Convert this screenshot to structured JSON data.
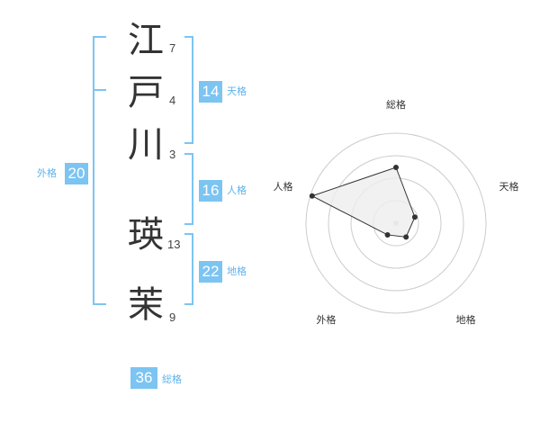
{
  "name": {
    "characters": [
      {
        "char": "江",
        "strokes": "7"
      },
      {
        "char": "戸",
        "strokes": "4"
      },
      {
        "char": "川",
        "strokes": "3"
      },
      {
        "char": "瑛",
        "strokes": "13"
      },
      {
        "char": "茉",
        "strokes": "9"
      }
    ]
  },
  "fortune": {
    "tenkaku": {
      "value": "14",
      "label": "天格"
    },
    "jinkaku": {
      "value": "16",
      "label": "人格"
    },
    "chikaku": {
      "value": "22",
      "label": "地格"
    },
    "gaikaku": {
      "value": "20",
      "label": "外格"
    },
    "soukaku": {
      "value": "36",
      "label": "総格"
    }
  },
  "colors": {
    "accent": "#7cc4f2",
    "accent_text": "#5fb3ea",
    "bracket": "#7cc4f2",
    "radar_ring": "#cccccc",
    "radar_fill": "#eeeeee",
    "radar_line": "#333333"
  },
  "chart_data": {
    "type": "radar",
    "axes": [
      "総格",
      "天格",
      "地格",
      "外格",
      "人格"
    ],
    "values": [
      0.62,
      0.22,
      0.19,
      0.16,
      0.98
    ],
    "max": 1
  }
}
